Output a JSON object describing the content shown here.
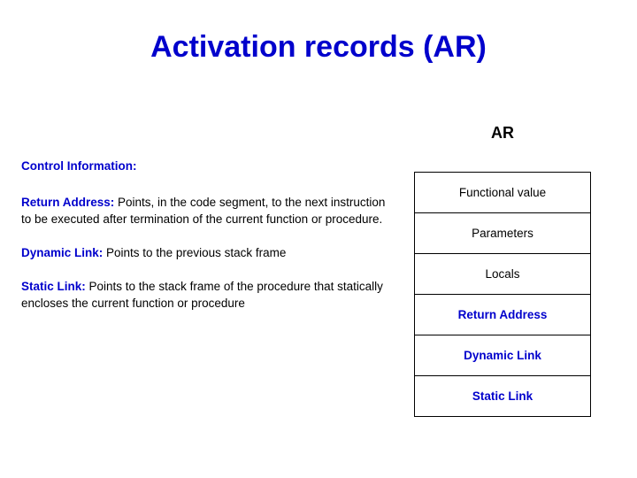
{
  "slide": {
    "title": "Activation records (AR)",
    "diagram_label": "AR",
    "paragraphs": [
      {
        "lead": "Control Information:",
        "body": ""
      },
      {
        "lead": "Return Address:",
        "body": " Points, in the code segment, to the next instruction to be executed after termination of the current function or procedure."
      },
      {
        "lead": "Dynamic Link:",
        "body": " Points to the previous stack frame"
      },
      {
        "lead": "Static Link:",
        "body": " Points to the stack frame  of the procedure that statically encloses the current function or procedure"
      }
    ],
    "stack_cells": [
      {
        "label": "Functional value",
        "style": "black"
      },
      {
        "label": "Parameters",
        "style": "black"
      },
      {
        "label": "Locals",
        "style": "black"
      },
      {
        "label": "Return Address",
        "style": "blue"
      },
      {
        "label": "Dynamic Link",
        "style": "blue"
      },
      {
        "label": "Static Link",
        "style": "blue"
      }
    ],
    "colors": {
      "title": "#0000cc",
      "accent": "#0000cc",
      "text": "#000000",
      "background": "#ffffff"
    }
  }
}
